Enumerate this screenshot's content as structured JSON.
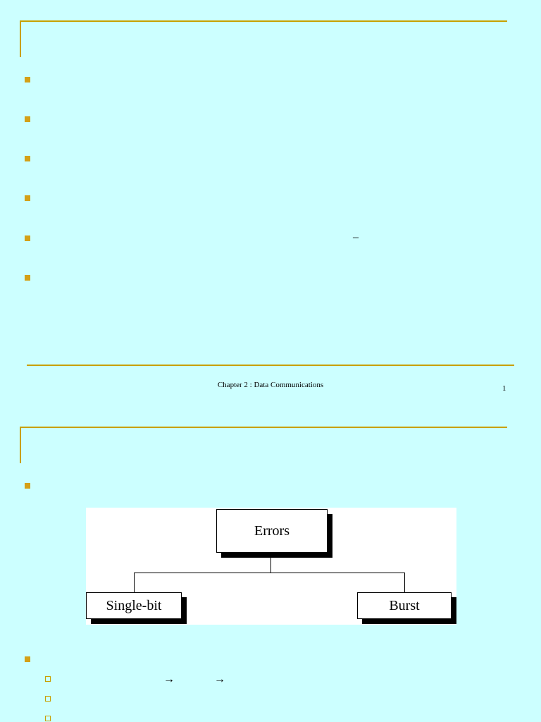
{
  "slide1": {
    "footer": "Chapter 2 : Data Communications",
    "page_number": "1",
    "dash_glyph": "–"
  },
  "slide2": {
    "diagram": {
      "root": "Errors",
      "left": "Single-bit",
      "right": "Burst"
    },
    "arrows": [
      "→",
      "→"
    ]
  },
  "colors": {
    "background": "#ccffff",
    "accent": "#c8a000"
  }
}
